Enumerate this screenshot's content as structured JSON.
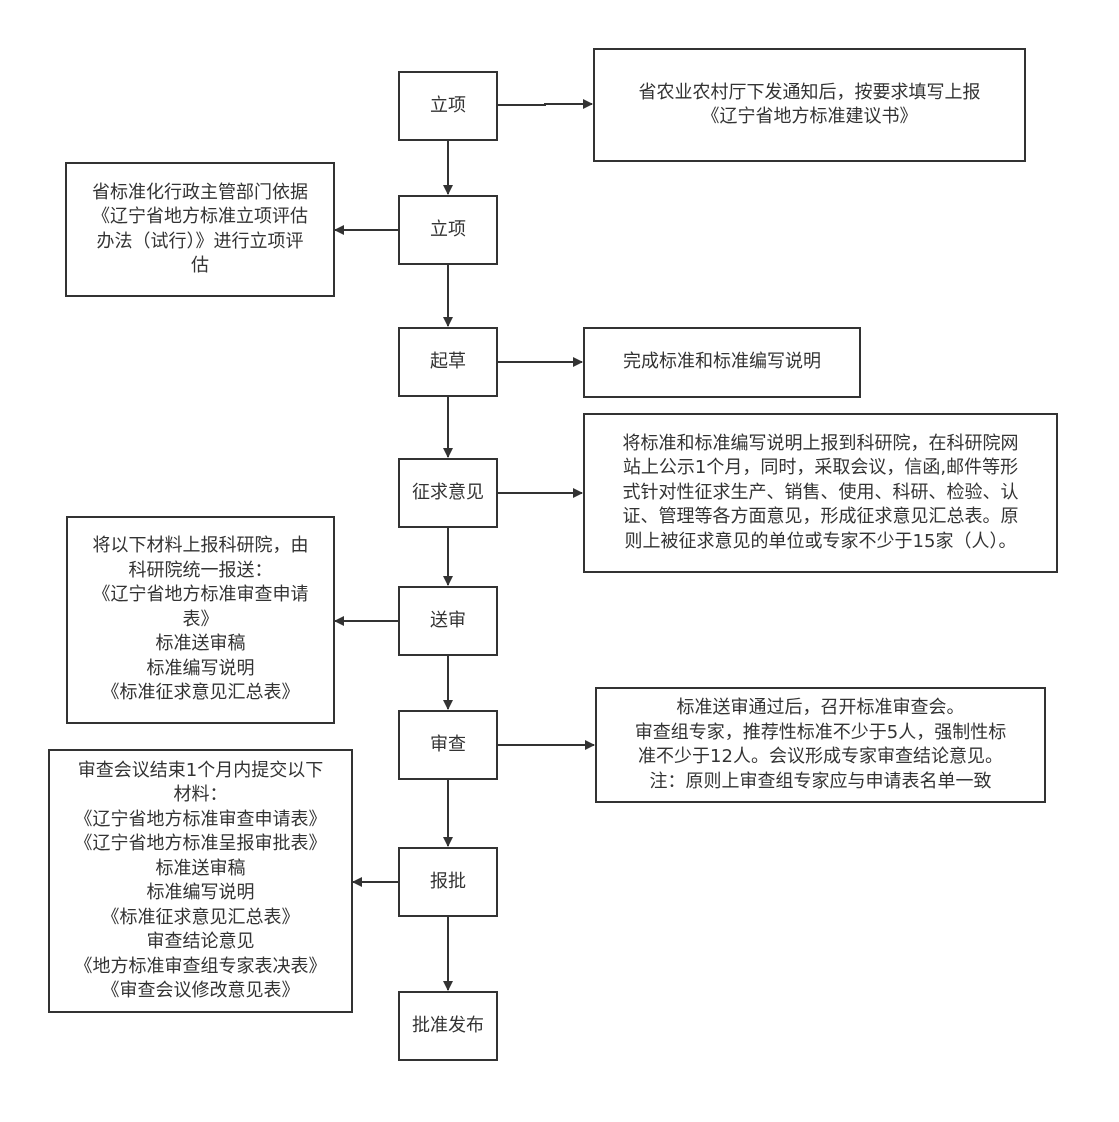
{
  "steps": [
    {
      "label": "立项"
    },
    {
      "label": "立项"
    },
    {
      "label": "起草"
    },
    {
      "label": "征求意见"
    },
    {
      "label": "送审"
    },
    {
      "label": "审查"
    },
    {
      "label": "报批"
    },
    {
      "label": "批准发布"
    }
  ],
  "notes": {
    "proposal": [
      "省农业农村厅下发通知后，按要求填写上报",
      "《辽宁省地方标准建议书》"
    ],
    "evaluation": [
      "省标准化行政主管部门依据",
      "《辽宁省地方标准立项评估",
      "办法（试行）》进行立项评",
      "估"
    ],
    "drafting": [
      "完成标准和标准编写说明"
    ],
    "consultation": [
      "将标准和标准编写说明上报到科研院，在科研院网",
      "站上公示1个月，同时，采取会议，信函,邮件等形",
      "式针对性征求生产、销售、使用、科研、检验、认",
      "证、管理等各方面意见，形成征求意见汇总表。原",
      "则上被征求意见的单位或专家不少于15家（人）。"
    ],
    "submission": [
      "将以下材料上报科研院，由",
      "科研院统一报送：",
      "《辽宁省地方标准审查申请",
      "表》",
      "标准送审稿",
      "标准编写说明",
      "《标准征求意见汇总表》"
    ],
    "review": [
      "标准送审通过后，召开标准审查会。",
      "审查组专家，推荐性标准不少于5人，强制性标",
      "准不少于12人。会议形成专家审查结论意见。",
      "注：原则上审查组专家应与申请表名单一致"
    ],
    "approval": [
      "审查会议结束1个月内提交以下",
      "材料：",
      "《辽宁省地方标准审查申请表》",
      "《辽宁省地方标准呈报审批表》",
      "标准送审稿",
      "标准编写说明",
      "《标准征求意见汇总表》",
      "审查结论意见",
      "《地方标准审查组专家表决表》",
      "《审查会议修改意见表》"
    ]
  }
}
